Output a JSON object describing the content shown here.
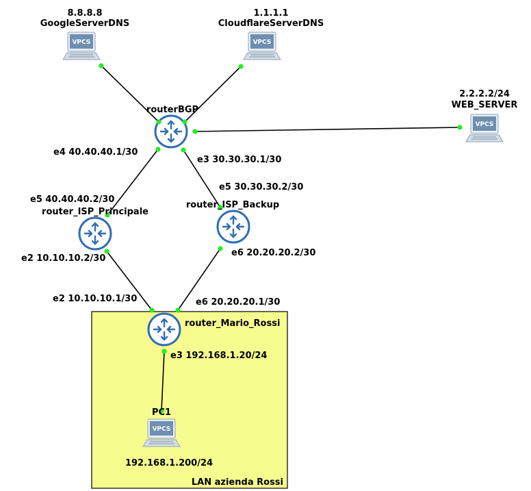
{
  "colors": {
    "lan_fill": "#f7fc8f",
    "lan_border": "#000000",
    "port": "#22ee22",
    "router_fill": "#ffffff",
    "router_stroke": "#2f6db6",
    "vpcs_screen": "#6f8fb0"
  },
  "lan_box": {
    "label": "LAN azienda Rossi"
  },
  "nodes": {
    "google": {
      "ip": "8.8.8.8",
      "name": "GoogleServerDNS",
      "icon_text": "VPCS",
      "icon": "pc-icon"
    },
    "cloudflare": {
      "ip": "1.1.1.1",
      "name": "CloudflareServerDNS",
      "icon_text": "VPCS",
      "icon": "pc-icon"
    },
    "web": {
      "ip": "2.2.2.2/24",
      "name": "WEB_SERVER",
      "icon_text": "VPCS",
      "icon": "pc-icon"
    },
    "pc1": {
      "name": "PC1",
      "ip": "192.168.1.200/24",
      "icon_text": "VPCS",
      "icon": "pc-icon"
    },
    "router_bgp": {
      "name": "routerBGP",
      "icon": "router-icon"
    },
    "router_isp_p": {
      "name": "router_ISP_Principale",
      "icon": "router-icon"
    },
    "router_isp_b": {
      "name": "router_ISP_Backup",
      "icon": "router-icon"
    },
    "router_mario": {
      "name": "router_Mario_Rossi",
      "icon": "router-icon"
    }
  },
  "interfaces": {
    "bgp_e4": "e4 40.40.40.1/30",
    "bgp_e3": "e3 30.30.30.1/30",
    "isp_p_e5": "e5 40.40.40.2/30",
    "isp_p_e2": "e2 10.10.10.2/30",
    "isp_b_e5": "e5 30.30.30.2/30",
    "isp_b_e6": "e6 20.20.20.2/30",
    "mario_e2": "e2 10.10.10.1/30",
    "mario_e6": "e6 20.20.20.1/30",
    "mario_e3": "e3 192.168.1.20/24"
  }
}
